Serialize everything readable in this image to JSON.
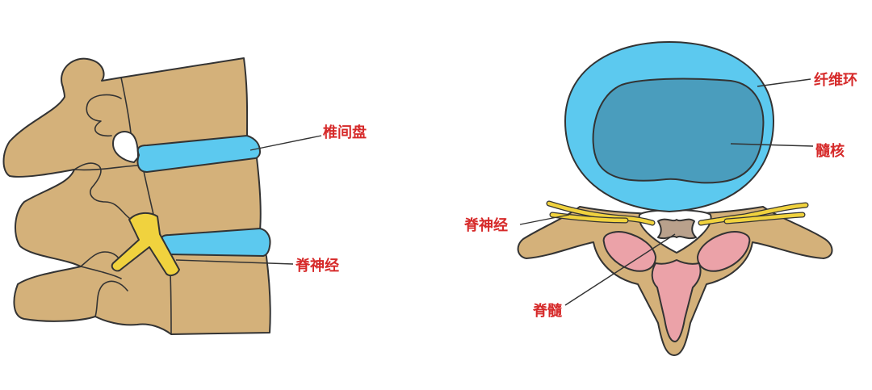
{
  "labels": {
    "intervertebral_disc": "椎间盘",
    "spinal_nerve_lateral": "脊神经",
    "annulus_fibrosus": "纤维环",
    "nucleus_pulposus": "髓核",
    "spinal_nerve_axial": "脊神经",
    "spinal_cord": "脊髓"
  },
  "colors": {
    "bone": "#D4B17A",
    "disc": "#5CC9EF",
    "nucleus": "#4A9DBD",
    "nerve": "#F0D23E",
    "marrow": "#EBA2A8",
    "spinal_cord": "#B9A18C",
    "canal": "#FFFFFF",
    "label": "#D62A2A"
  }
}
